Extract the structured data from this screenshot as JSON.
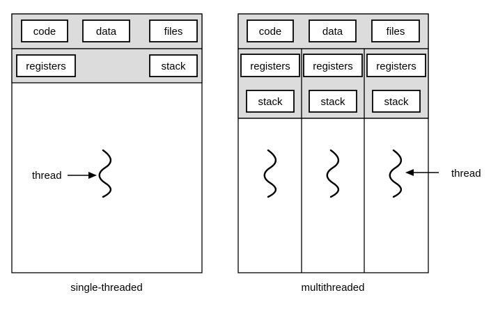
{
  "single_threaded": {
    "caption": "single-threaded",
    "shared": [
      "code",
      "data",
      "files"
    ],
    "registers": "registers",
    "stack": "stack",
    "thread_label": "thread"
  },
  "multithreaded": {
    "caption": "multithreaded",
    "shared": [
      "code",
      "data",
      "files"
    ],
    "threads": [
      {
        "registers": "registers",
        "stack": "stack"
      },
      {
        "registers": "registers",
        "stack": "stack"
      },
      {
        "registers": "registers",
        "stack": "stack"
      }
    ],
    "thread_label": "thread"
  },
  "colors": {
    "shaded_fill": "#dcdcdc",
    "line": "#000000"
  }
}
